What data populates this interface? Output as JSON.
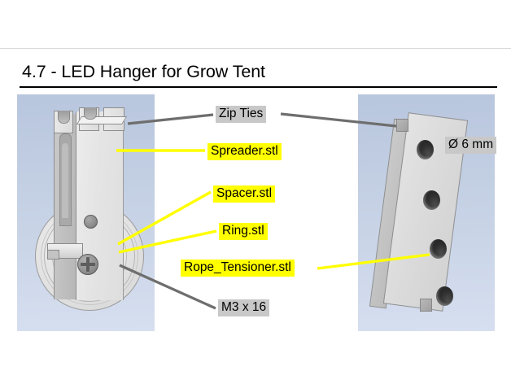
{
  "document": {
    "title": "4.7 - LED Hanger for Grow Tent"
  },
  "viewports": {
    "left": {
      "name": "assembly-view",
      "parts": [
        "spreader",
        "ring",
        "spacer",
        "screw"
      ]
    },
    "right": {
      "name": "rope-tensioner-view",
      "parts": [
        "rope-tensioner-bar"
      ],
      "hole_count": 4
    }
  },
  "callouts": [
    {
      "id": "zip-ties",
      "text": "Zip Ties",
      "highlight": "gray"
    },
    {
      "id": "spreader",
      "text": "Spreader.stl",
      "highlight": "yellow"
    },
    {
      "id": "spacer",
      "text": "Spacer.stl",
      "highlight": "yellow"
    },
    {
      "id": "ring",
      "text": "Ring.stl",
      "highlight": "yellow"
    },
    {
      "id": "rope-tensioner",
      "text": "Rope_Tensioner.stl",
      "highlight": "yellow"
    },
    {
      "id": "m3-screw",
      "text": "M3 x 16",
      "highlight": "gray"
    },
    {
      "id": "diameter",
      "text": "Ø 6 mm",
      "highlight": "gray"
    }
  ],
  "colors": {
    "highlight_yellow": "#ffff00",
    "highlight_gray": "#c8c8c8",
    "leader_gray": "#6e6e6e",
    "leader_yellow": "#ffff00",
    "viewport_background": "#c2cee2",
    "title_rule": "#000000"
  }
}
